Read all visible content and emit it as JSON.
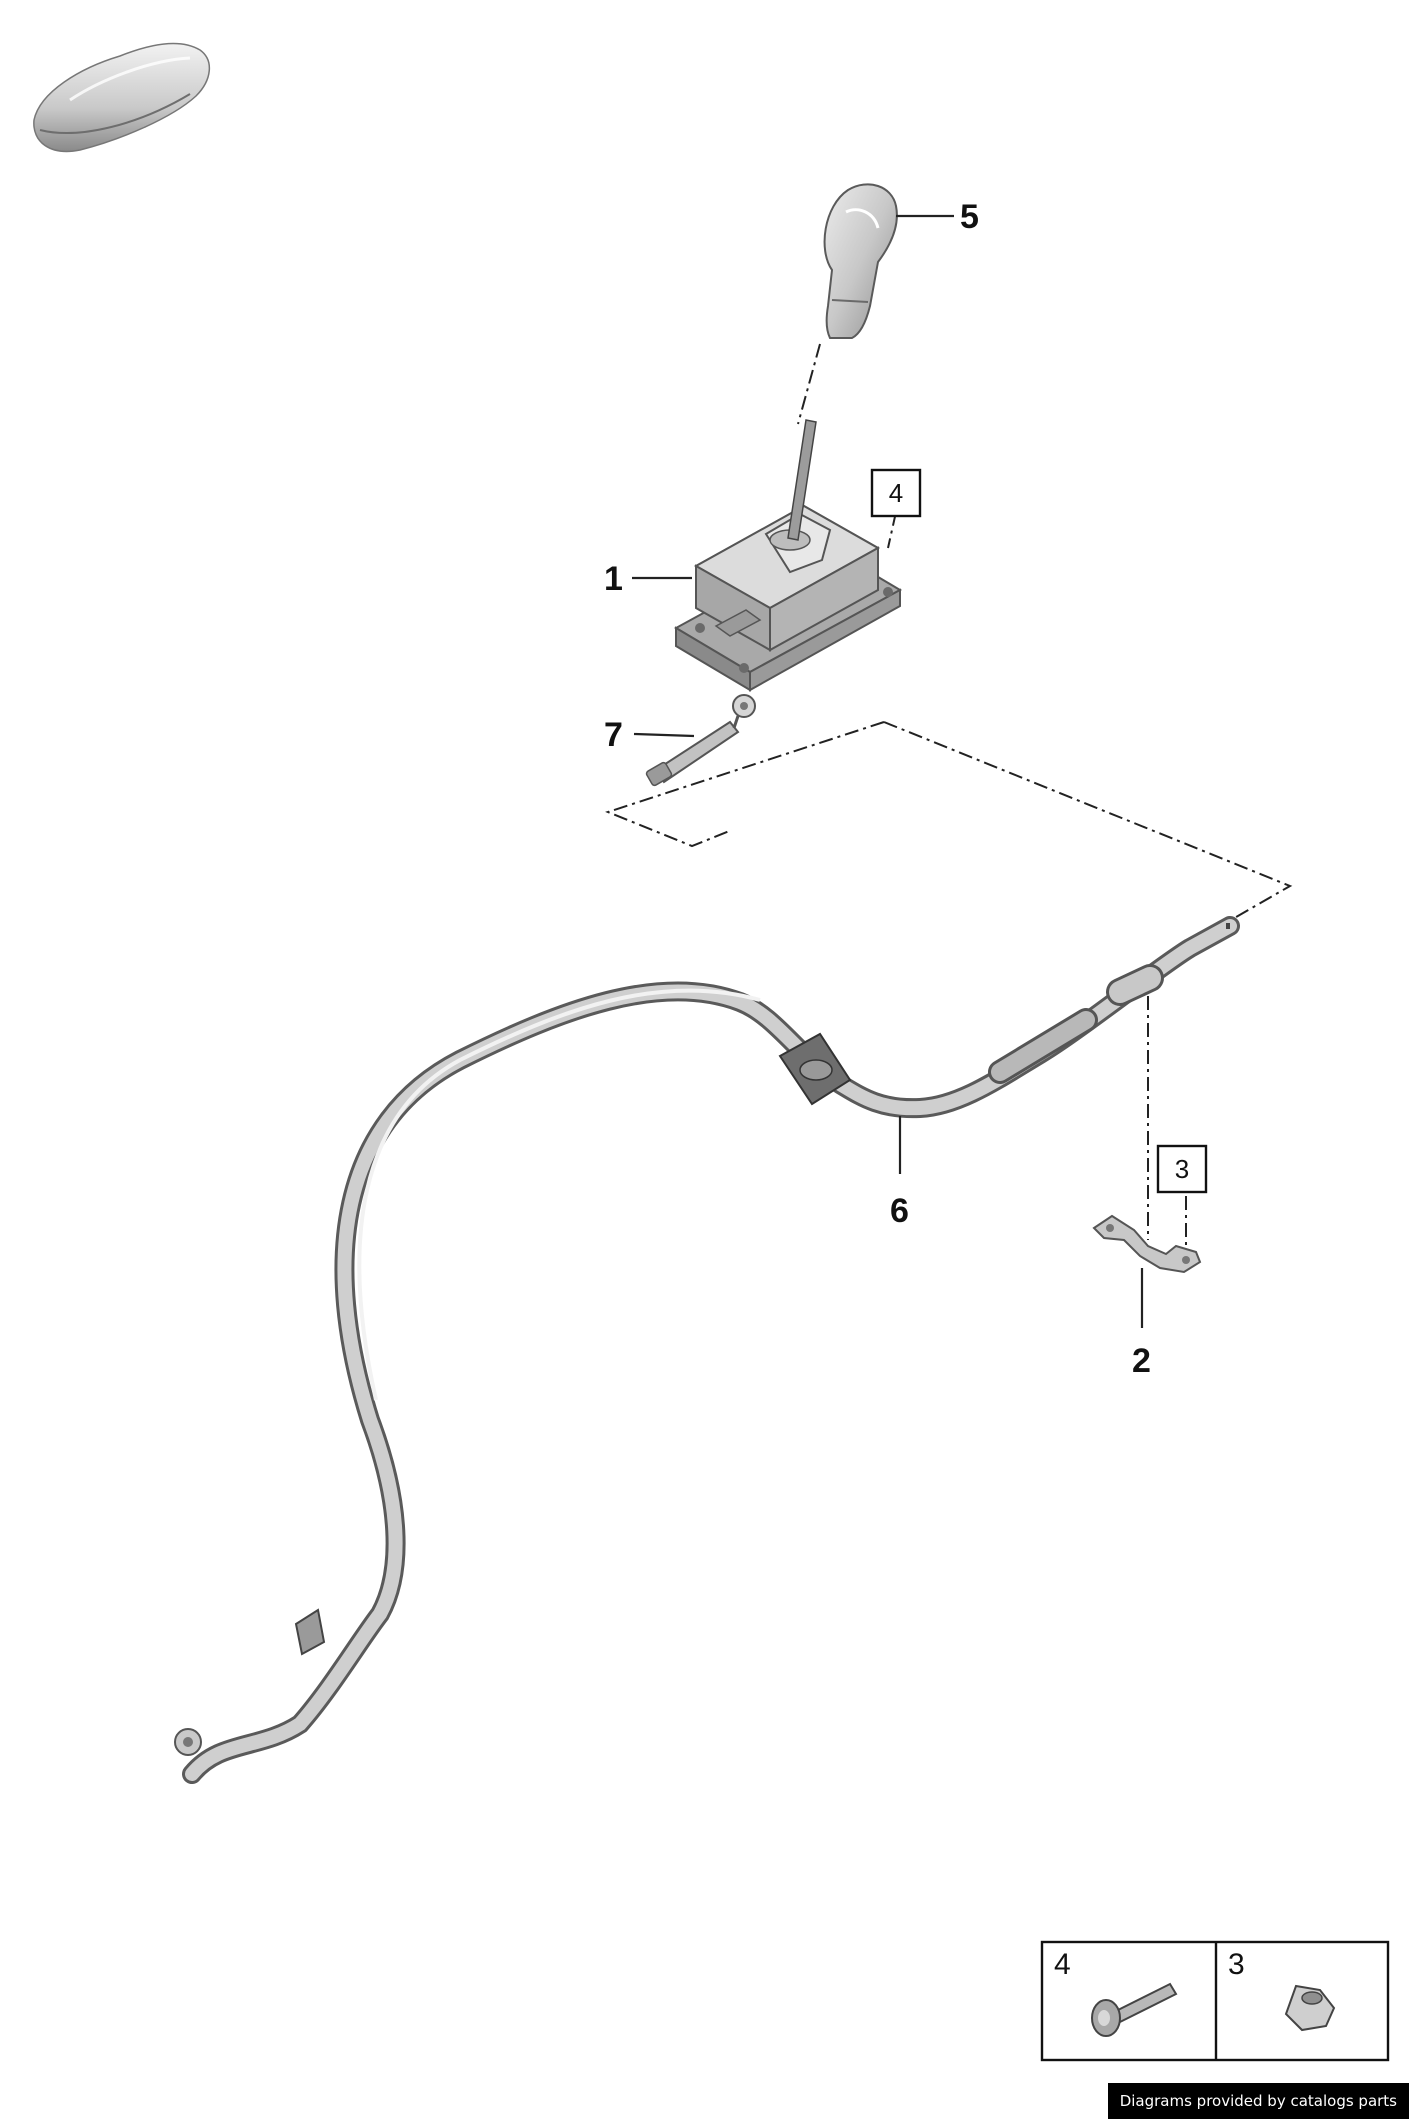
{
  "callouts": {
    "c1": "1",
    "c2": "2",
    "c5": "5",
    "c6": "6",
    "c7": "7"
  },
  "boxed_refs": {
    "b4": "4",
    "b3": "3"
  },
  "legend": {
    "cells": [
      {
        "number": "4",
        "icon": "bolt-icon"
      },
      {
        "number": "3",
        "icon": "hex-nut-icon"
      }
    ]
  },
  "credit": "Diagrams provided by catalogs parts"
}
